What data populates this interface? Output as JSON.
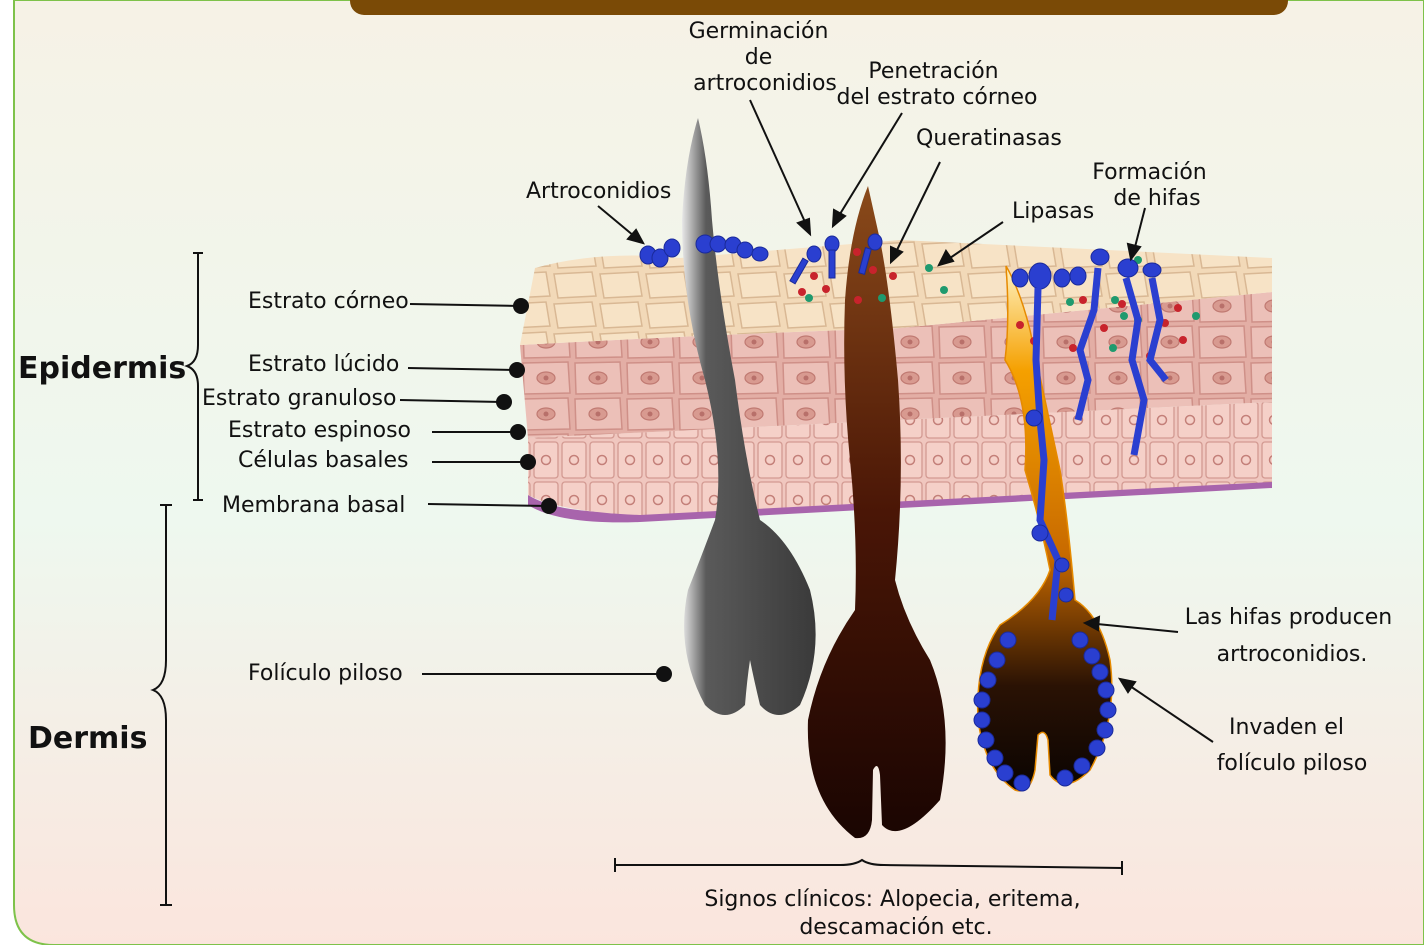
{
  "title": "",
  "layers": {
    "epidermis": "Epidermis",
    "dermis": "Dermis"
  },
  "layer_labels": {
    "estrato_corneo": "Estrato córneo",
    "estrato_lucido": "Estrato lúcido",
    "estrato_granuloso": "Estrato granuloso",
    "estrato_espinoso": "Estrato espinoso",
    "celulas_basales": "Células basales",
    "membrana_basal": "Membrana basal",
    "foliculo_piloso": "Folículo piloso"
  },
  "process_labels": {
    "artroconidios": "Artroconidios",
    "germinacion": [
      "Germinación",
      "de",
      "artroconidios"
    ],
    "penetracion": [
      "Penetración",
      "del estrato córneo"
    ],
    "queratinasas": "Queratinasas",
    "lipasas": "Lipasas",
    "formacion": [
      "Formación",
      "de hifas"
    ],
    "hifas_producen": [
      "Las hifas producen",
      "artroconidios."
    ],
    "invaden": [
      "Invaden el",
      "folículo piloso"
    ]
  },
  "signos": [
    "Signos clínicos: Alopecia, eritema,",
    "descamación etc."
  ],
  "colors": {
    "header_band": "#7a4a06",
    "border": "#7ec24a",
    "stratum_corneum": "#f2d9b8",
    "living_epidermis": "#e8b4ac",
    "basal_membrane": "#9b4aa0",
    "fungus": "#2a3fd0",
    "keratinase_dot": "#c8232c",
    "lipase_dot": "#1f9a6e",
    "infected_hair": "#f5a000"
  }
}
